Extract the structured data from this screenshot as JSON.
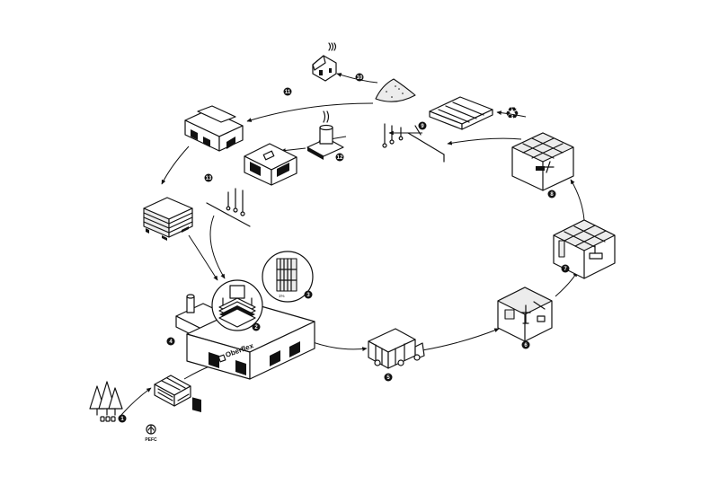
{
  "diagram": {
    "brand_label": "Oberflex",
    "certification_label": "PEFC",
    "recycle_symbol": "♻",
    "percent_label": "1%",
    "step_numbers": [
      "1",
      "2",
      "3",
      "4",
      "5",
      "6",
      "7",
      "8",
      "9",
      "10",
      "11",
      "12",
      "13"
    ],
    "icons": [
      "tree-icon",
      "log-stack-icon",
      "factory-icon",
      "press-detail-icon",
      "panel-detail-icon",
      "truck-icon",
      "install-room-icon",
      "office-room-icon",
      "dismantle-room-icon",
      "panel-board-icon",
      "recycle-icon",
      "chip-pile-icon",
      "small-house-icon",
      "metal-parts-icon",
      "boiler-icon",
      "barn-icon",
      "modern-house-icon",
      "pallet-stack-icon"
    ]
  }
}
